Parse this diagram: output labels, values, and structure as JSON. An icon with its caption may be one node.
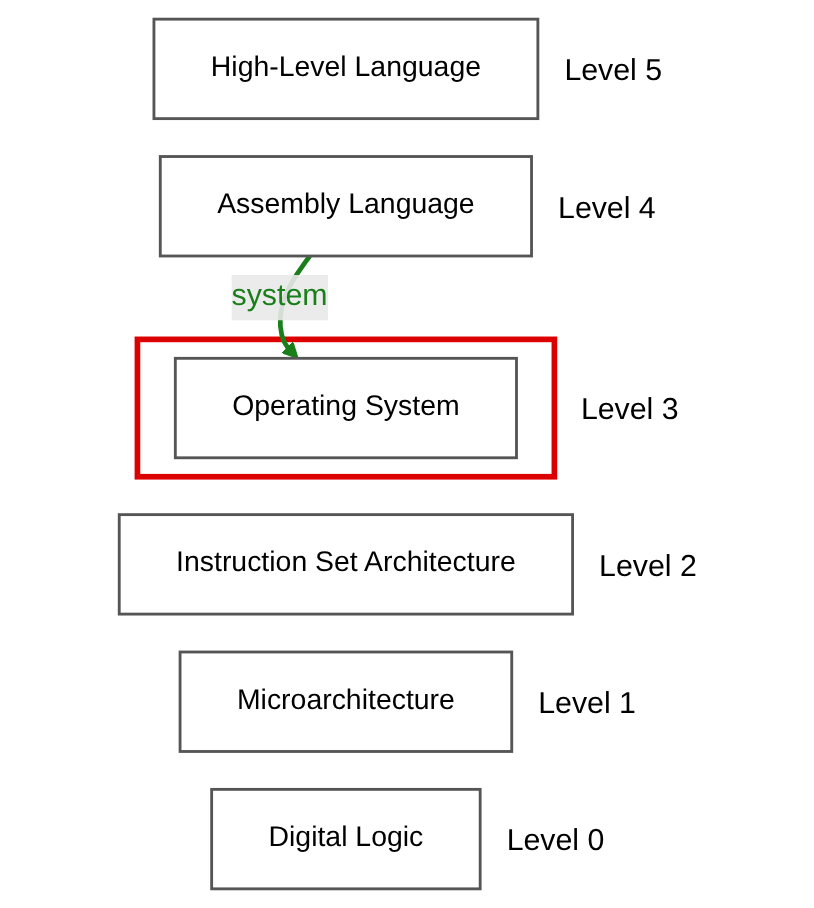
{
  "diagram": {
    "nodes": [
      {
        "text": [
          "High-Level Language"
        ],
        "beside": [
          "Level 5"
        ]
      },
      {
        "text": [
          "Assembly Language"
        ],
        "beside": [
          "Level 4"
        ]
      },
      {
        "text": [],
        "shape": "box"
      },
      {
        "text": [
          "Operating System"
        ],
        "beside": [
          "Level 3"
        ],
        "in": 2
      },
      {
        "text": [
          "Instruction Set Architecture"
        ],
        "beside": [
          "Level 2"
        ]
      },
      {
        "text": [
          "Microarchitecture"
        ],
        "beside": [
          "Level 1"
        ]
      },
      {
        "text": [
          "Digital Logic"
        ],
        "beside": [
          "Level 0"
        ]
      }
    ],
    "edges": [
      {
        "from": 1,
        "to": 3,
        "arrow": "to",
        "label": "system",
        "color": "#1a7f1a"
      }
    ]
  }
}
